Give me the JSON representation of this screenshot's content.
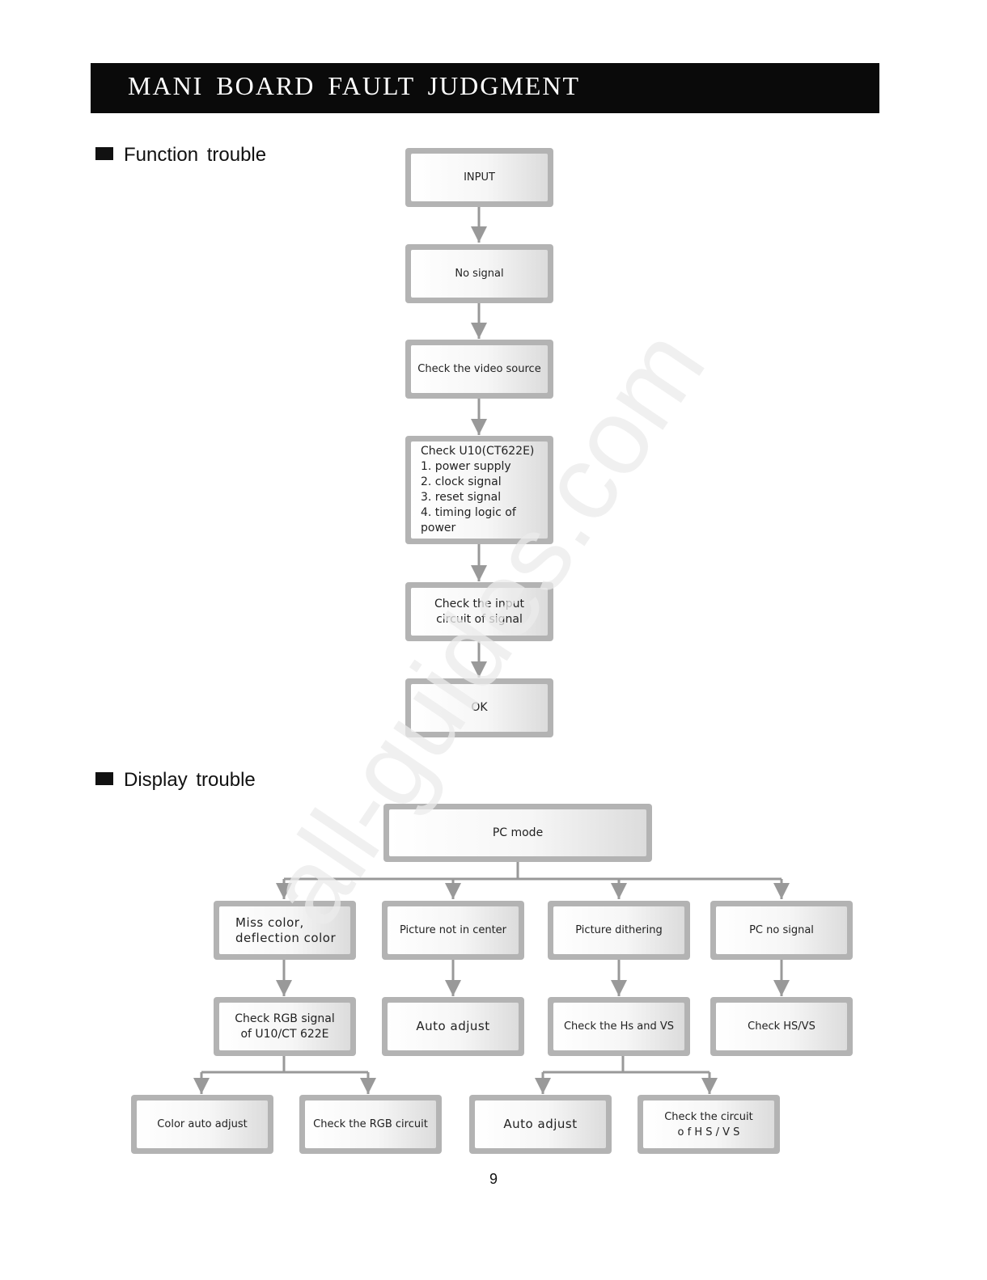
{
  "header": {
    "title": "MANI  BOARD  FAULT  JUDGMENT"
  },
  "sections": {
    "function": "Function  trouble",
    "display": "Display  trouble"
  },
  "function_flow": {
    "input": "INPUT",
    "no_signal": "No signal",
    "check_video_source": "Check the video source",
    "check_u10": "Check U10(CT622E)\n1. power supply\n2. clock signal\n3. reset signal\n4. timing logic of\npower",
    "check_input_circuit": "Check the input\ncircuit of signal",
    "ok": "OK"
  },
  "display_flow": {
    "pc_mode": "PC mode",
    "miss_color": "Miss    color,\ndeflection color",
    "picture_not_center": "Picture not in center",
    "picture_dithering": "Picture dithering",
    "pc_no_signal": "PC no signal",
    "check_rgb_signal": "Check RGB signal\nof U10/CT 622E",
    "auto_adjust_1": "Auto adjust",
    "check_hs_vs": "Check the Hs and VS",
    "check_hs_vs_2": "Check HS/VS",
    "color_auto_adjust": "Color auto adjust",
    "check_rgb_circuit": "Check the RGB circuit",
    "auto_adjust_2": "Auto adjust",
    "check_circuit_hs_vs": "Check the circuit\no f   H S / V S"
  },
  "page_number": "9",
  "watermark": "all-guides.com",
  "colors": {
    "box_frame": "#b3b3b3",
    "connector": "#999999",
    "header_bg": "#0a0a0a"
  }
}
